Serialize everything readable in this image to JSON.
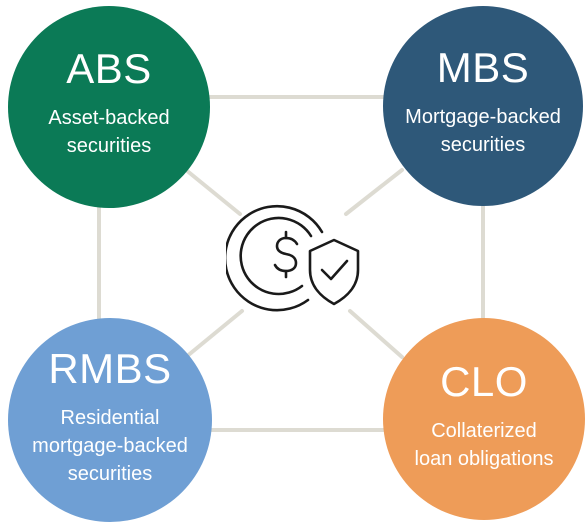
{
  "nodes": {
    "abs": {
      "abbr": "ABS",
      "desc": "Asset-backed\nsecurities",
      "color": "#0b7a56"
    },
    "mbs": {
      "abbr": "MBS",
      "desc": "Mortgage-backed\nsecurities",
      "color": "#2e5879"
    },
    "rmbs": {
      "abbr": "RMBS",
      "desc": "Residential\nmortgage-backed\nsecurities",
      "color": "#6f9fd4"
    },
    "clo": {
      "abbr": "CLO",
      "desc": "Collaterized\nloan obligations",
      "color": "#ee9c58"
    }
  },
  "connector_color": "#dddbd2",
  "center": {
    "icon": "dollar-coin-shield-check-icon",
    "stroke": "#1a1a1a"
  }
}
